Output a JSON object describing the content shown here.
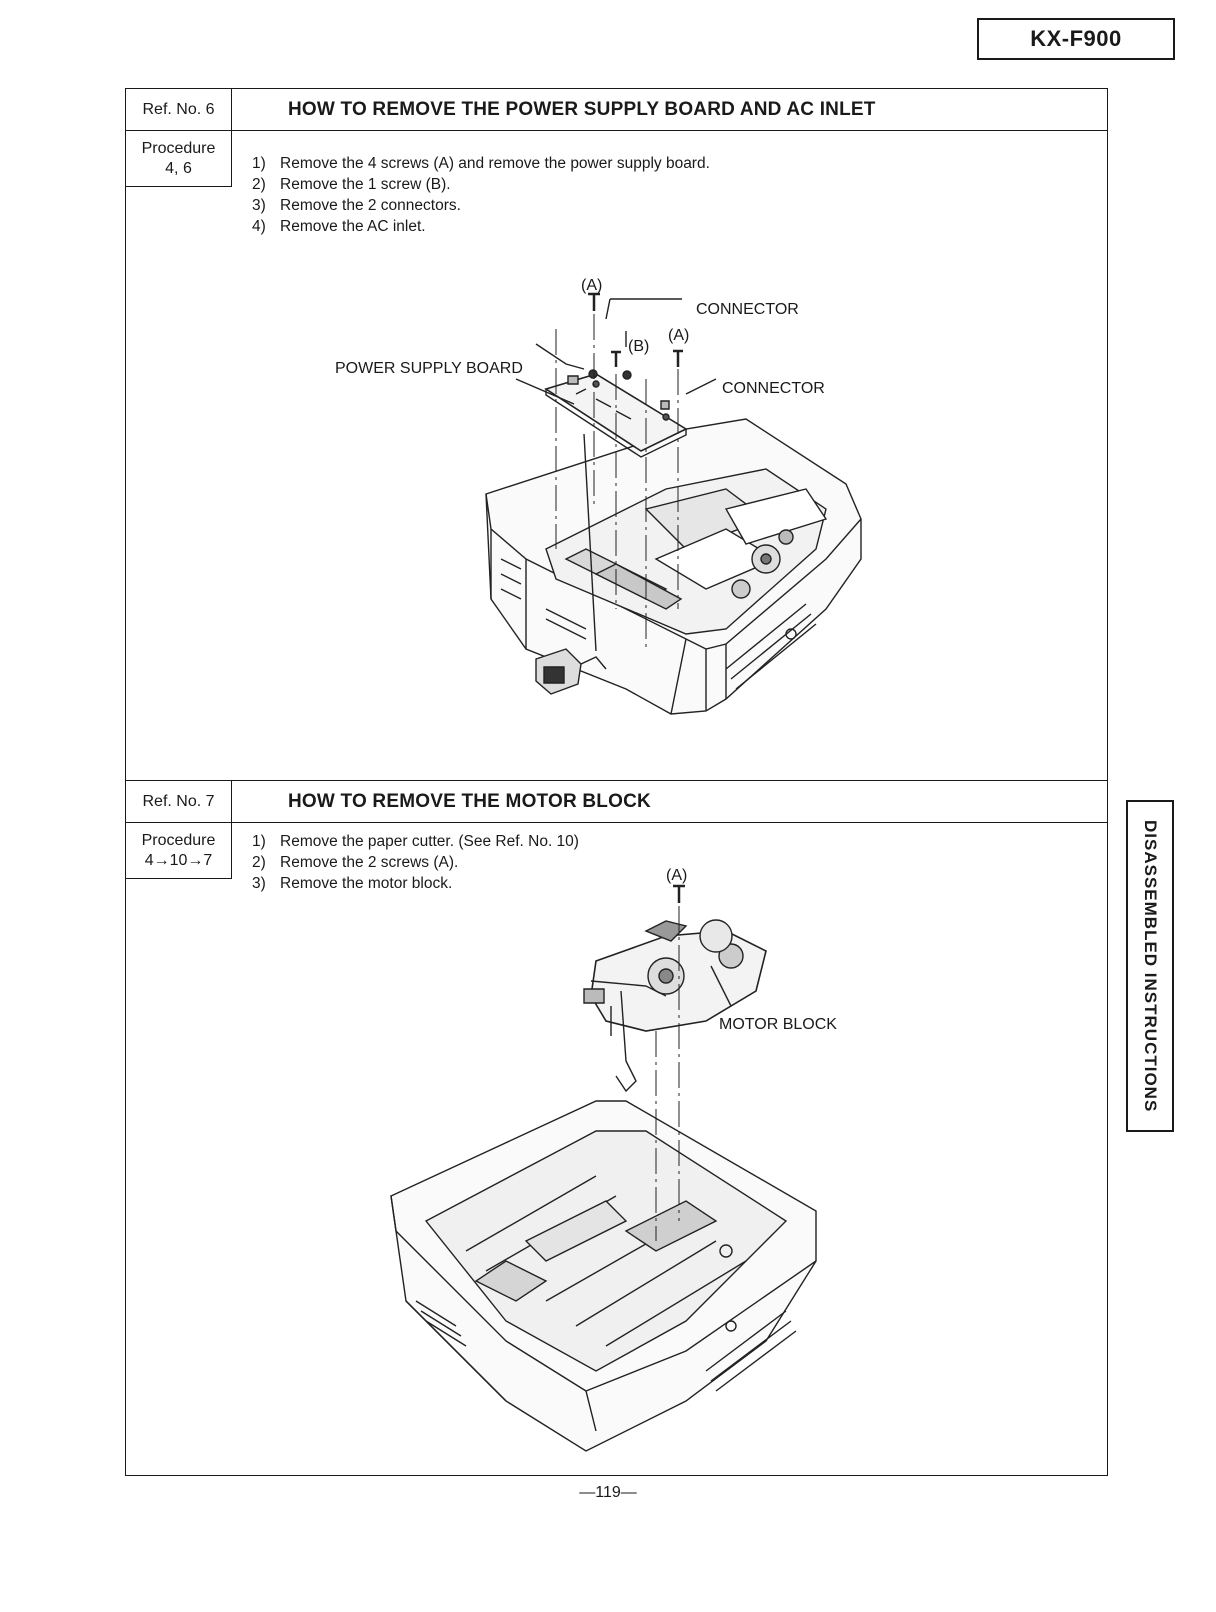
{
  "header": {
    "model": "KX-F900"
  },
  "sections": [
    {
      "ref": "Ref. No. 6",
      "title": "HOW TO REMOVE THE POWER SUPPLY BOARD AND AC INLET",
      "procedure_label": "Procedure",
      "procedure_value": "4, 6",
      "steps": [
        {
          "num": "1)",
          "text": "Remove the 4 screws (A) and remove the power supply board."
        },
        {
          "num": "2)",
          "text": "Remove the 1 screw (B)."
        },
        {
          "num": "3)",
          "text": "Remove the 2 connectors."
        },
        {
          "num": "4)",
          "text": "Remove the AC inlet."
        }
      ],
      "figure_labels": {
        "screw_a_top": "(A)",
        "screw_a_right": "(A)",
        "screw_b": "(B)",
        "connector_1": "CONNECTOR",
        "connector_2": "CONNECTOR",
        "power_supply_board": "POWER SUPPLY BOARD"
      }
    },
    {
      "ref": "Ref. No. 7",
      "title": "HOW TO REMOVE THE MOTOR BLOCK",
      "procedure_label": "Procedure",
      "procedure_value": "4→10→7",
      "steps": [
        {
          "num": "1)",
          "text": "Remove the paper cutter. (See Ref. No. 10)"
        },
        {
          "num": "2)",
          "text": "Remove the 2 screws (A)."
        },
        {
          "num": "3)",
          "text": "Remove the motor block."
        }
      ],
      "figure_labels": {
        "screw_a": "(A)",
        "motor_block": "MOTOR BLOCK"
      }
    }
  ],
  "side_tab": "DISASSEMBLED INSTRUCTIONS",
  "footer": {
    "page_number": "—119—"
  }
}
